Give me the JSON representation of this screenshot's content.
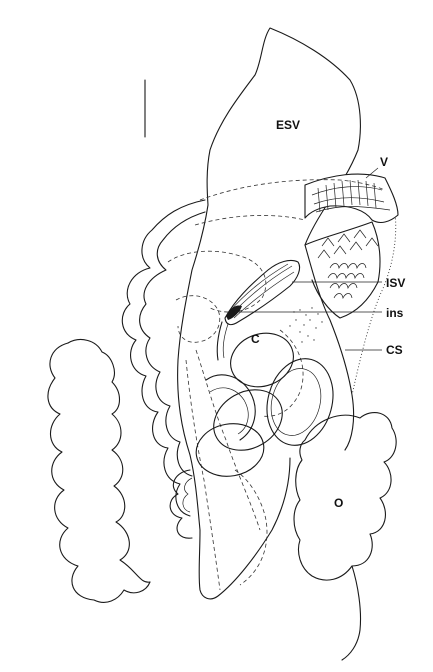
{
  "labels": {
    "esv": "ESV",
    "v": "V",
    "isv": "ISV",
    "ins": "ins",
    "c": "C",
    "cs": "CS",
    "o": "O"
  }
}
